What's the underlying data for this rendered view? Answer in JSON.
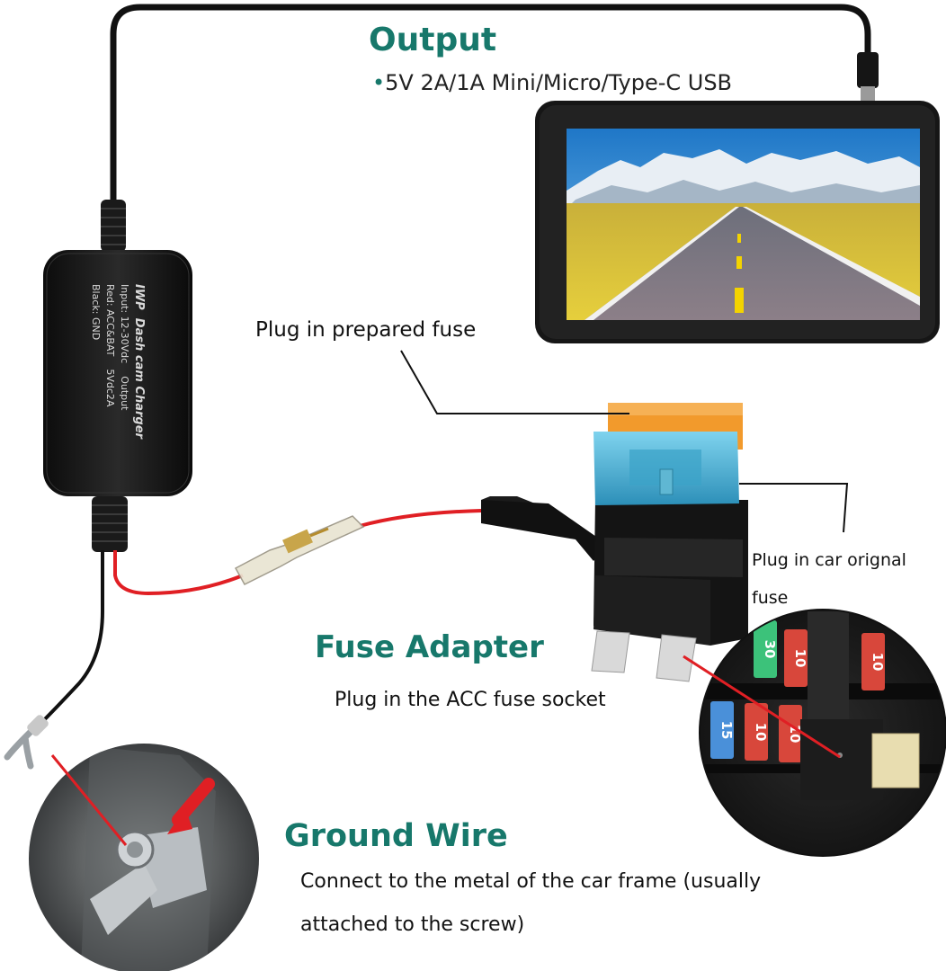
{
  "output": {
    "title": "Output",
    "bullet": "•",
    "spec": "5V 2A/1A Mini/Micro/Type-C USB"
  },
  "charger_box": {
    "brand": "IWP",
    "name": "Dash cam Charger",
    "input": "Input: 12-30Vdc",
    "output_label": "Output",
    "red": "Red: ACC&BAT",
    "output_value": "5Vdc2A",
    "black": "Black: GND"
  },
  "callouts": {
    "prepared_fuse": "Plug in prepared fuse",
    "original_fuse_line1": "Plug in car orignal",
    "original_fuse_line2": "fuse"
  },
  "fuse_adapter": {
    "title": "Fuse Adapter",
    "desc": "Plug in the ACC fuse socket"
  },
  "ground_wire": {
    "title": "Ground Wire",
    "desc_line1": "Connect to the metal of the car frame (usually",
    "desc_line2": "attached to the screw)"
  },
  "fuse_box_labels": [
    "30",
    "10",
    "10",
    "15",
    "10",
    "10"
  ],
  "colors": {
    "heading": "#17786b",
    "red_wire": "#e01f24",
    "black_wire": "#111111",
    "fuse_orange": "#f2a03a",
    "fuse_blue": "#4fb8d6",
    "fuse_green": "#3cc27a",
    "fuse_red": "#d8473b",
    "fuse_blue_small": "#4a90d9"
  }
}
